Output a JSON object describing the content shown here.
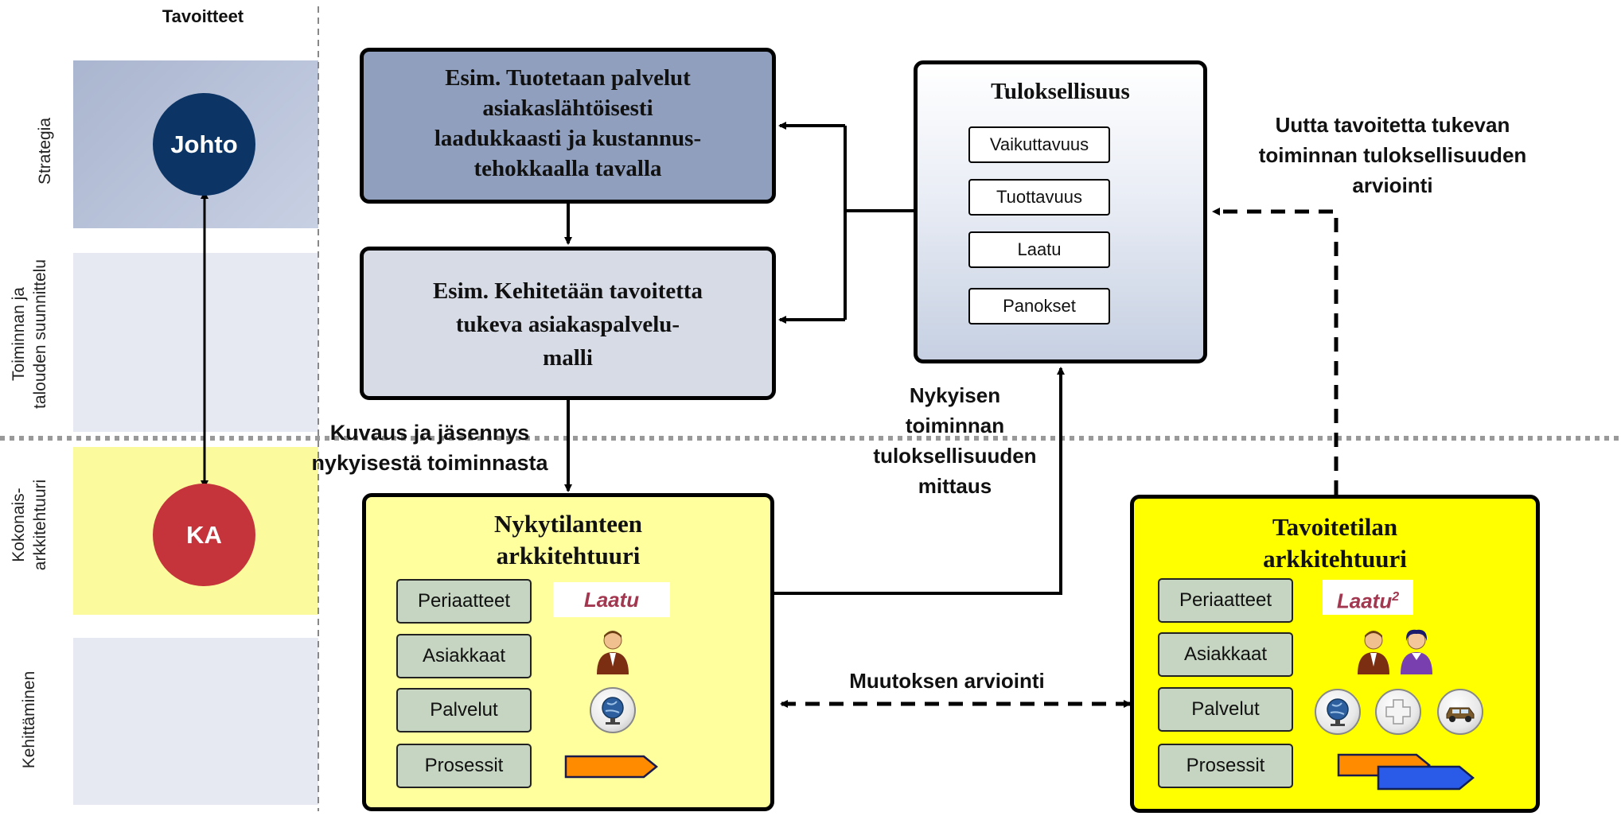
{
  "header": {
    "goals_label": "Tavoitteet"
  },
  "rows": {
    "strategy": "Strategia",
    "planning_line1": "Toiminnan ja",
    "planning_line2": "talouden suunnittelu",
    "ea_line1": "Kokonais-",
    "ea_line2": "arkkitehtuuri",
    "development": "Kehittäminen"
  },
  "actors": {
    "management": "Johto",
    "ea": "KA"
  },
  "boxes": {
    "goal_lines": [
      "Esim. Tuotetaan palvelut",
      "asiakaslähtöisesti",
      "laadukkaasti ja kustannus-",
      "tehokkaalla tavalla"
    ],
    "dev_lines": [
      "Esim. Kehitetään tavoitetta",
      "tukeva asiakaspalvelu-",
      "malli"
    ],
    "performance": {
      "title": "Tuloksellisuus",
      "items": [
        "Vaikuttavuus",
        "Tuottavuus",
        "Laatu",
        "Panokset"
      ]
    },
    "current": {
      "title_lines": [
        "Nykytilanteen",
        "arkkitehtuuri"
      ],
      "items": [
        "Periaatteet",
        "Asiakkaat",
        "Palvelut",
        "Prosessit"
      ],
      "quality": "Laatu"
    },
    "target": {
      "title_lines": [
        "Tavoitetilan",
        "arkkitehtuuri"
      ],
      "items": [
        "Periaatteet",
        "Asiakkaat",
        "Palvelut",
        "Prosessit"
      ],
      "quality": "Laatu",
      "quality_sup": "2"
    }
  },
  "labels": {
    "description_lines": [
      "Kuvaus ja jäsennys",
      "nykyisestä toiminnasta"
    ],
    "measurement_lines": [
      "Nykyisen",
      "toiminnan",
      "tuloksellisuuden",
      "mittaus"
    ],
    "evaluation_lines": [
      "Uutta tavoitetta tukevan",
      "toiminnan tuloksellisuuden",
      "arviointi"
    ],
    "change": "Muutoksen arviointi"
  },
  "colors": {
    "goal_box": "#8f9fbd",
    "dev_box": "#d6dbe6",
    "current_box": "#ffff9e",
    "target_box": "#ffff00",
    "johto_circle": "#0c3566",
    "ka_circle": "#c4343a",
    "subbox": "#c5d5c1"
  },
  "icons": [
    "person-icon",
    "globe-icon",
    "process-arrow-icon",
    "cross-icon",
    "car-icon"
  ]
}
